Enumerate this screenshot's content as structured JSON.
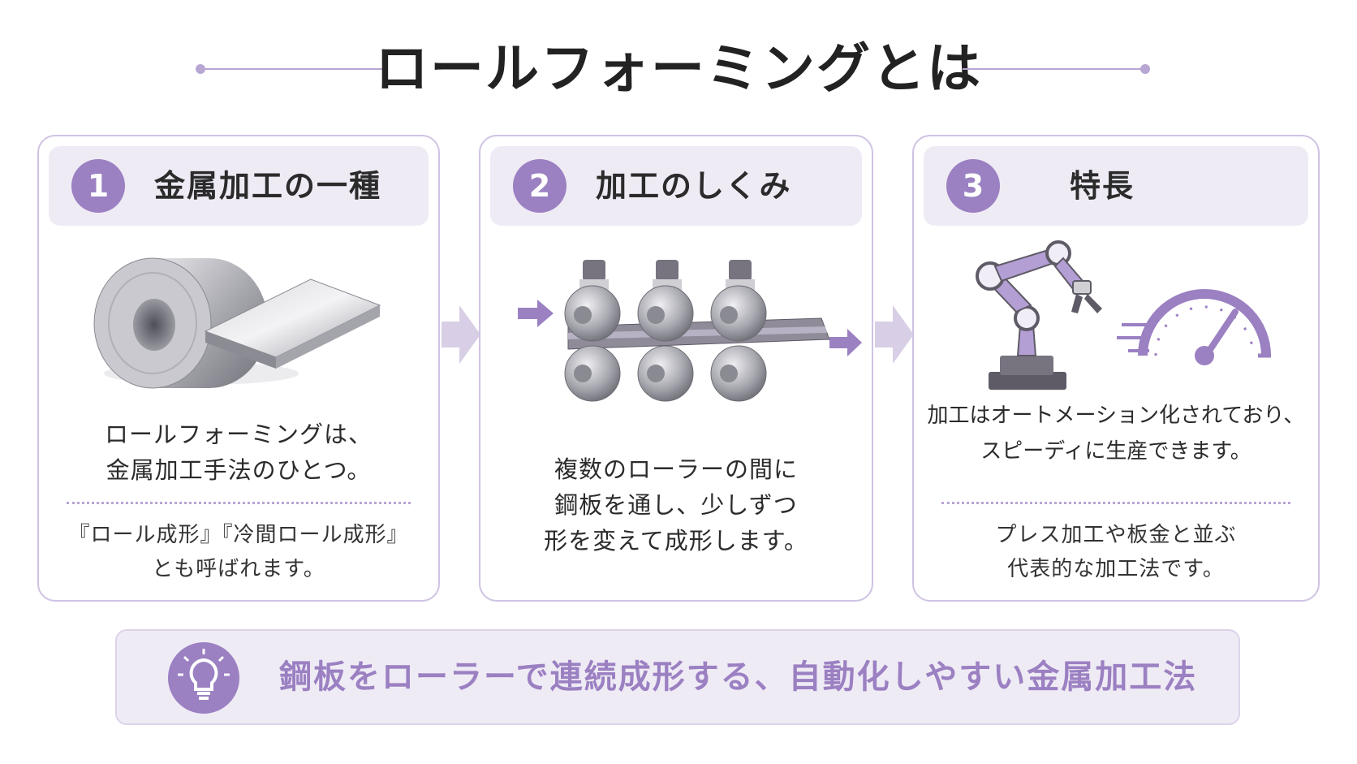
{
  "title": "ロールフォーミングとは",
  "colors": {
    "accent": "#9b80c2",
    "accent_light": "#efebf5",
    "border": "#cfc3e3"
  },
  "cards": [
    {
      "number": "1",
      "title": "金属加工の一種",
      "icon": "steel-coil-and-sheet",
      "body": [
        "ロールフォーミングは、",
        "金属加工手法のひとつ。"
      ],
      "sub": [
        "『ロール成形』『冷間ロール成形』",
        "とも呼ばれます。"
      ]
    },
    {
      "number": "2",
      "title": "加工のしくみ",
      "icon": "roller-forming-machine",
      "body": [
        "複数のローラーの間に",
        "鋼板を通し、少しずつ",
        "形を変えて成形します。"
      ]
    },
    {
      "number": "3",
      "title": "特長",
      "icon": "robot-arm-and-speedometer",
      "body": [
        "加工はオートメーション化されており、",
        "スピーディに生産できます。"
      ],
      "sub": [
        "プレス加工や板金と並ぶ",
        "代表的な加工法です。"
      ]
    }
  ],
  "summary": {
    "icon": "lightbulb-icon",
    "text": "鋼板をローラーで連続成形する、自動化しやすい金属加工法"
  }
}
